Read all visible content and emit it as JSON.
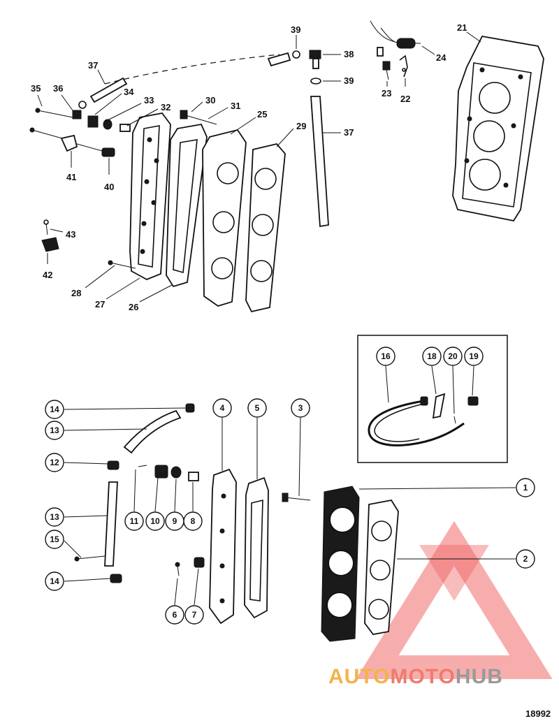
{
  "figure_number": "18992",
  "watermark": {
    "parts": [
      "AUTO",
      "MOTO",
      "HUB"
    ],
    "colors": {
      "auto": "#f2b44a",
      "moto": "#ee7c6e",
      "hub": "#9a9a9a",
      "logo": "#ef4f4f"
    }
  },
  "plain_callouts": [
    "21",
    "24",
    "23",
    "22",
    "39",
    "38",
    "39",
    "37",
    "37",
    "35",
    "36",
    "34",
    "33",
    "32",
    "30",
    "31",
    "25",
    "29",
    "41",
    "40",
    "43",
    "42",
    "28",
    "27",
    "26"
  ],
  "circle_callouts": [
    "14",
    "13",
    "12",
    "13",
    "15",
    "14",
    "11",
    "10",
    "9",
    "8",
    "4",
    "5",
    "3",
    "6",
    "7",
    "1",
    "2",
    "16",
    "18",
    "20",
    "19"
  ]
}
